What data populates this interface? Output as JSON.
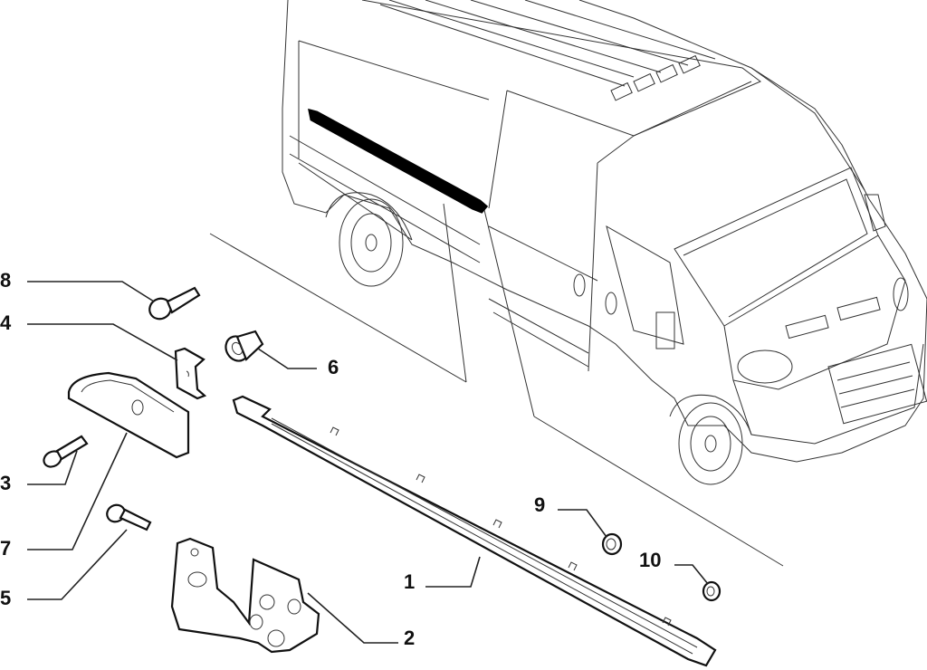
{
  "diagram": {
    "type": "exploded-parts-diagram",
    "subject": "van side sliding door rail and components",
    "highlighted_part": "upper sliding door rail",
    "callouts": [
      {
        "number": "1",
        "part": "lower sliding door rail"
      },
      {
        "number": "2",
        "part": "lower roller carriage"
      },
      {
        "number": "3",
        "part": "bolt"
      },
      {
        "number": "4",
        "part": "clip"
      },
      {
        "number": "5",
        "part": "bolt"
      },
      {
        "number": "6",
        "part": "bushing"
      },
      {
        "number": "7",
        "part": "rail end cover"
      },
      {
        "number": "8",
        "part": "screw"
      },
      {
        "number": "9",
        "part": "nut"
      },
      {
        "number": "10",
        "part": "washer"
      }
    ]
  }
}
